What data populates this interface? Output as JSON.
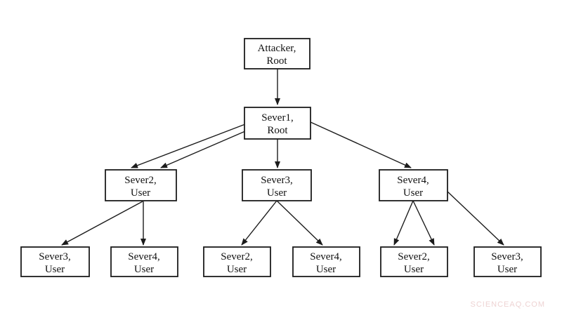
{
  "diagram": {
    "nodes": [
      {
        "id": "attacker-root",
        "line1": "Attacker,",
        "line2": "Root"
      },
      {
        "id": "sever1-root",
        "line1": "Sever1,",
        "line2": "Root"
      },
      {
        "id": "sever2-user-mid",
        "line1": "Sever2,",
        "line2": "User"
      },
      {
        "id": "sever3-user-mid",
        "line1": "Sever3,",
        "line2": "User"
      },
      {
        "id": "sever4-user-mid",
        "line1": "Sever4,",
        "line2": "User"
      },
      {
        "id": "sever3-user-leaf-1",
        "line1": "Sever3,",
        "line2": "User"
      },
      {
        "id": "sever4-user-leaf-1",
        "line1": "Sever4,",
        "line2": "User"
      },
      {
        "id": "sever2-user-leaf-1",
        "line1": "Sever2,",
        "line2": "User"
      },
      {
        "id": "sever4-user-leaf-2",
        "line1": "Sever4,",
        "line2": "User"
      },
      {
        "id": "sever2-user-leaf-2",
        "line1": "Sever2,",
        "line2": "User"
      },
      {
        "id": "sever3-user-leaf-2",
        "line1": "Sever3,",
        "line2": "User"
      }
    ],
    "edges": [
      {
        "from": "attacker-root",
        "to": "sever1-root"
      },
      {
        "from": "sever1-root",
        "to": "sever2-user-mid"
      },
      {
        "from": "sever1-root",
        "to": "sever2-user-mid"
      },
      {
        "from": "sever1-root",
        "to": "sever3-user-mid"
      },
      {
        "from": "sever1-root",
        "to": "sever4-user-mid"
      },
      {
        "from": "sever2-user-mid",
        "to": "sever3-user-leaf-1"
      },
      {
        "from": "sever2-user-mid",
        "to": "sever4-user-leaf-1"
      },
      {
        "from": "sever3-user-mid",
        "to": "sever2-user-leaf-1"
      },
      {
        "from": "sever3-user-mid",
        "to": "sever4-user-leaf-2"
      },
      {
        "from": "sever4-user-mid",
        "to": "sever2-user-leaf-2"
      },
      {
        "from": "sever4-user-mid",
        "to": "sever2-user-leaf-2"
      },
      {
        "from": "sever4-user-mid",
        "to": "sever3-user-leaf-2"
      }
    ]
  },
  "watermark": "SCIENCEAQ.COM",
  "colors": {
    "background": "#ffffff",
    "box_border": "#1c1c1c",
    "edge_line": "#1c1c1c",
    "text": "#111111",
    "watermark_text": "#eed3d3"
  }
}
